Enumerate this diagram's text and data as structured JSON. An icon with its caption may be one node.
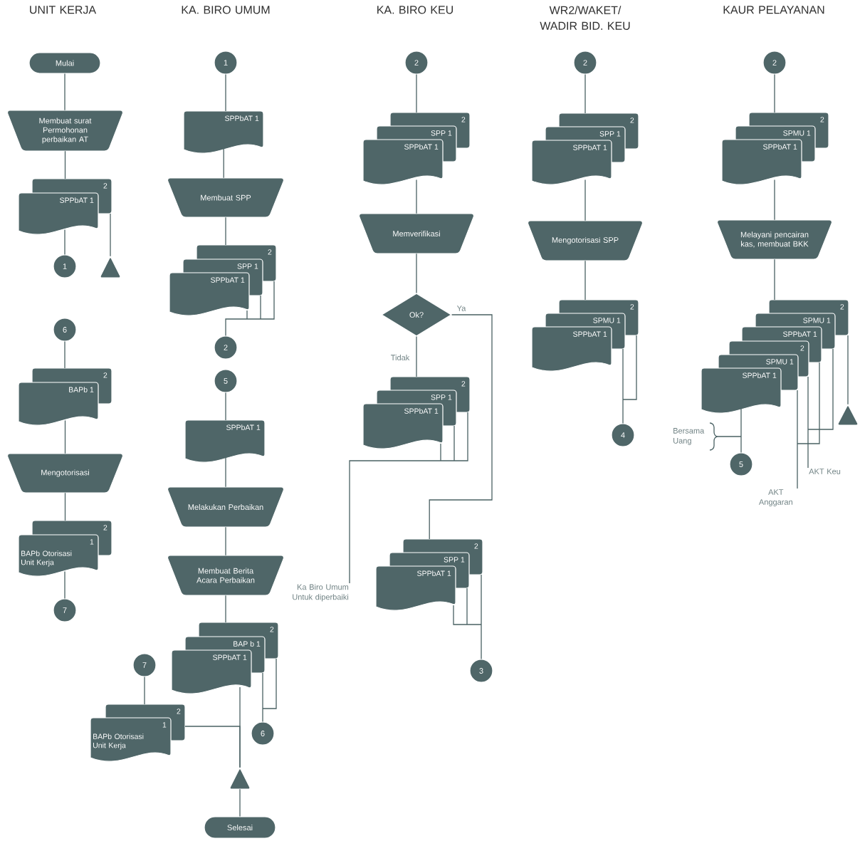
{
  "diagram": {
    "nodes": [
      {
        "text": [
          "Mulai"
        ]
      },
      {
        "text": [
          "Membuat surat Permohonan perbaikan AT"
        ]
      },
      {
        "text": [
          "2",
          "SPPbAT 1"
        ]
      },
      {
        "text": [
          "1"
        ]
      },
      {
        "text": [],
        "shape": "triangle"
      },
      {
        "text": [
          "6"
        ]
      },
      {
        "text": [
          "2",
          "BAPb 1"
        ]
      },
      {
        "text": [
          "Mengotorisasi"
        ]
      },
      {
        "text": [
          "2",
          "1",
          "BAPb Otorisasi Unit Kerja"
        ]
      },
      {
        "text": [
          "7"
        ]
      },
      {
        "text": [
          "1"
        ]
      },
      {
        "text": [
          "SPPbAT 1"
        ]
      },
      {
        "text": [
          "Membuat SPP"
        ]
      },
      {
        "text": [
          "2",
          "SPP 1",
          "SPPbAT 1"
        ]
      },
      {
        "text": [
          "2"
        ]
      },
      {
        "text": [
          "5"
        ]
      },
      {
        "text": [
          "SPPbAT 1"
        ]
      },
      {
        "text": [
          "Melakukan Perbaikan"
        ]
      },
      {
        "text": [
          "Membuat Berita Acara Perbaikan"
        ]
      },
      {
        "text": [
          "2",
          "BAP b 1",
          "SPPbAT 1"
        ]
      },
      {
        "text": [
          "7"
        ]
      },
      {
        "text": [
          "2",
          "1",
          "BAPb Otorisasi Unit Kerja"
        ]
      },
      {
        "text": [
          "6"
        ]
      },
      {
        "text": [],
        "shape": "triangle"
      },
      {
        "text": [
          "Selesai"
        ]
      },
      {
        "text": [
          "2"
        ]
      },
      {
        "text": [
          "2",
          "SPP 1",
          "SPPbAT 1"
        ]
      },
      {
        "text": [
          "Memverifikasi"
        ]
      },
      {
        "text": [
          "Ok?"
        ]
      },
      {
        "text": [
          "2",
          "SPP 1",
          "SPPbAT 1"
        ]
      },
      {
        "text": [
          "2",
          "SPP 1",
          "SPPbAT 1"
        ]
      },
      {
        "text": [
          "3"
        ]
      },
      {
        "text": [
          "2"
        ]
      },
      {
        "text": [
          "2",
          "SPP 1",
          "SPPbAT 1"
        ]
      },
      {
        "text": [
          "Mengotorisasi SPP"
        ]
      },
      {
        "text": [
          "2",
          "SPMU 1",
          "SPPbAT 1"
        ]
      },
      {
        "text": [
          "4"
        ]
      },
      {
        "text": [
          "2"
        ]
      },
      {
        "text": [
          "2",
          "SPMU 1",
          "SPPbAT 1"
        ]
      },
      {
        "text": [
          "Melayani pencairan kas, membuat BKK"
        ]
      },
      {
        "text": [
          "2",
          "SPMU 1",
          "SPPbAT 1",
          "2",
          "SPMU 1",
          "SPPbAT 1"
        ]
      },
      {
        "text": [],
        "shape": "triangle"
      },
      {
        "text": [
          "5"
        ]
      },
      {
        "text": [
          "Ka Biro Umum Untuk diperbaiki"
        ]
      },
      {
        "text": [
          "AKT Keu"
        ]
      },
      {
        "text": [
          "AKT Anggaran"
        ]
      }
    ],
    "edges": [
      {
        "from": 0,
        "to": 1,
        "arrow": "none"
      },
      {
        "from": 1,
        "to": 2,
        "arrow": "none"
      },
      {
        "from": 2,
        "to": 3,
        "arrow": "none"
      },
      {
        "from": 2,
        "to": 4,
        "arrow": "none"
      },
      {
        "from": 5,
        "to": 6,
        "arrow": "none"
      },
      {
        "from": 6,
        "to": 7,
        "arrow": "none"
      },
      {
        "from": 7,
        "to": 8,
        "arrow": "none"
      },
      {
        "from": 8,
        "to": 9,
        "arrow": "none"
      },
      {
        "from": 10,
        "to": 11,
        "arrow": "none"
      },
      {
        "from": 11,
        "to": 12,
        "arrow": "none"
      },
      {
        "from": 12,
        "to": 13,
        "arrow": "none"
      },
      {
        "from": 13,
        "to": 14,
        "arrow": "none"
      },
      {
        "from": 15,
        "to": 16,
        "arrow": "none"
      },
      {
        "from": 16,
        "to": 17,
        "arrow": "none"
      },
      {
        "from": 17,
        "to": 18,
        "arrow": "none"
      },
      {
        "from": 18,
        "to": 19,
        "arrow": "none"
      },
      {
        "from": 19,
        "to": 23,
        "arrow": "none"
      },
      {
        "from": 19,
        "to": 22,
        "arrow": "none"
      },
      {
        "from": 20,
        "to": 21,
        "arrow": "none"
      },
      {
        "from": 21,
        "to": 23,
        "arrow": "none"
      },
      {
        "from": 23,
        "to": 24,
        "arrow": "none"
      },
      {
        "from": 25,
        "to": 26,
        "arrow": "none"
      },
      {
        "from": 26,
        "to": 27,
        "arrow": "none"
      },
      {
        "from": 27,
        "to": 28,
        "arrow": "none"
      },
      {
        "from": 28,
        "to": 29,
        "arrow": "none",
        "label": "Tidak"
      },
      {
        "from": 28,
        "to": 30,
        "arrow": "none",
        "label": "Ya"
      },
      {
        "from": 29,
        "to": 43,
        "arrow": "none"
      },
      {
        "from": 30,
        "to": 31,
        "arrow": "none"
      },
      {
        "from": 32,
        "to": 33,
        "arrow": "none"
      },
      {
        "from": 33,
        "to": 34,
        "arrow": "none"
      },
      {
        "from": 34,
        "to": 35,
        "arrow": "none"
      },
      {
        "from": 35,
        "to": 36,
        "arrow": "none"
      },
      {
        "from": 37,
        "to": 38,
        "arrow": "none"
      },
      {
        "from": 38,
        "to": 39,
        "arrow": "none"
      },
      {
        "from": 39,
        "to": 40,
        "arrow": "none"
      },
      {
        "from": 40,
        "to": 41,
        "arrow": "none"
      },
      {
        "from": 40,
        "to": 44,
        "arrow": "none"
      },
      {
        "from": 40,
        "to": 45,
        "arrow": "none"
      },
      {
        "from": 40,
        "to": 42,
        "arrow": "none"
      }
    ],
    "labels": [
      "UNIT KERJA",
      "KA. BIRO UMUM",
      "KA. BIRO KEU",
      "WR2/WAKET/ WADIR BID. KEU",
      "KAUR PELAYANAN",
      "Bersama Uang"
    ]
  }
}
